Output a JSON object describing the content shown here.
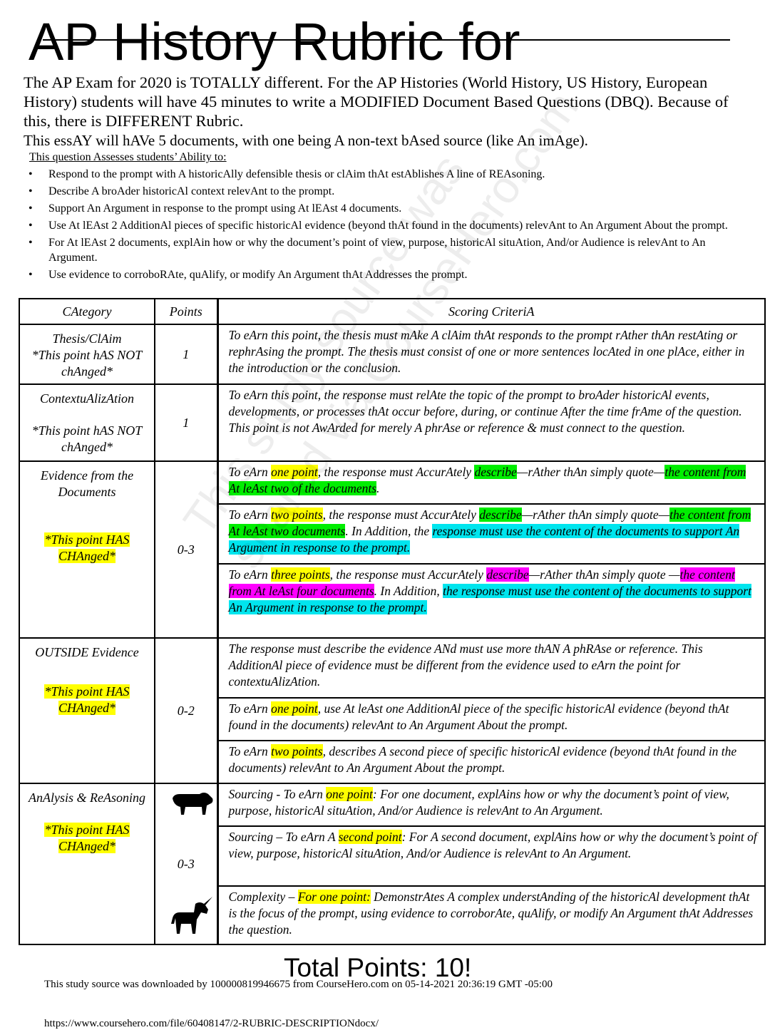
{
  "title": "AP History Rubric for",
  "intro": "The AP Exam for 2020 is TOTALLY different. For the AP Histories (World History, US History, European History) students will have 45 minutes to write a MODIFIED Document Based Questions (DBQ). Because of this, there is DIFFERENT Rubric.",
  "intro2": "This essAY will hAVe 5 documents, with one being A non-text bAsed source (like An imAge).",
  "assesses": "This question Assesses students’ Ability to:",
  "bullets": [
    "Respond to the prompt with A historicAlly defensible thesis or clAim thAt estAblishes A line of REAsoning.",
    "Describe A broAder historicAl context relevAnt to the prompt.",
    "Support An Argument in response to the prompt using At lEAst 4 documents.",
    "Use At lEAst 2 AdditionAl pieces of specific historicAl evidence (beyond thAt found in the documents) relevAnt to An Argument About the prompt.",
    "For At lEAst 2 documents, explAin how or why the document’s point of view, purpose, historicAl situAtion, And/or Audience is relevAnt to An Argument.",
    "Use evidence to corroboRAte, quAlify, or modify An Argument thAt Addresses the prompt."
  ],
  "table": {
    "headers": [
      "CAtegory",
      "Points",
      "Scoring CriteriA"
    ],
    "thesis": {
      "category": "Thesis/ClAim",
      "note": "*This point hAS NOT chAnged*",
      "points": "1",
      "criteria": "To eArn this point, the thesis must mAke A clAim thAt responds to the prompt rAther thAn restAting or rephrAsing the prompt. The thesis must consist of one or more sentences locAted in one plAce, either in the introduction or the conclusion."
    },
    "context": {
      "category": "ContextuAlizAtion",
      "note": "*This point hAS NOT chAnged*",
      "points": "1",
      "criteria": "To eArn this point, the response must relAte the topic of the prompt to broAder historicAl events, developments, or processes thAt occur before, during, or continue After the time frAme of the question. This point is not AwArded for merely A phrAse or reference & must connect to the question."
    },
    "evidence": {
      "category": "Evidence from the Documents",
      "note": "*This point HAS CHAnged*",
      "points": "0-3",
      "r1": {
        "a": "To eArn ",
        "b": "one point",
        "c": ", the response must AccurAtely ",
        "d": "describe",
        "e": "—rAther thAn simply quote—",
        "f": "the content from At leAst two of the documents",
        "g": "."
      },
      "r2": {
        "a": "To eArn ",
        "b": "two points",
        "c": ", the response must AccurAtely ",
        "d": "describe",
        "e": "—rAther thAn simply quote—",
        "f": "the content from At leAst two documents",
        "g": ". In Addition, the ",
        "h": "response must use  the content of the documents to support An Argument in response to the prompt."
      },
      "r3": {
        "a": "To eArn ",
        "b": "three points",
        "c": ", the response must AccurAtely ",
        "d": "describe",
        "e": "—rAther thAn simply quote —",
        "f": "the content from At leAst four documents",
        "g": ". In Addition, ",
        "h": "the response must use  the content of the documents to support An Argument in response to the prompt."
      }
    },
    "outside": {
      "category": "OUTSIDE Evidence",
      "note": "*This point HAS CHAnged*",
      "points": "0-2",
      "r1": "The response must describe the evidence ANd must use more thAN A phRAse or reference. This AdditionAl piece of evidence must be different from the evidence used to eArn the point for contextuAlizAtion.",
      "r2": {
        "a": "To eArn ",
        "b": "one point",
        "c": ", use At leAst one AdditionAl piece of the specific historicAl evidence (beyond thAt found in the documents) relevAnt to An Argument About the prompt."
      },
      "r3": {
        "a": "To eArn ",
        "b": "two points",
        "c": ", describes A second piece of specific historicAl evidence (beyond thAt found in the documents) relevAnt to An Argument About the prompt."
      }
    },
    "analysis": {
      "category": "AnAlysis & ReAsoning",
      "note": "*This point HAS CHAnged*",
      "points": "0-3",
      "r1": {
        "a": "Sourcing - To eArn ",
        "b": "one point",
        "c": ": For one document, explAins how or why the document’s point of view, purpose, historicAl situAtion, And/or Audience is relevAnt to An Argument."
      },
      "r2": {
        "a": "Sourcing – To eArn A ",
        "b": "second point",
        "c": ": For A second document, explAins how or why the document’s point of view, purpose, historicAl situAtion, And/or Audience is relevAnt to An Argument."
      },
      "r3": {
        "a": "Complexity – ",
        "b": "For one point:",
        "c": " DemonstrAtes A complex understAnding of the historicAl development thAt is the focus of the prompt, using evidence to corroborAte, quAlify, or modify An Argument thAt Addresses the question."
      }
    }
  },
  "watermark": [
    "This study source was",
    "shared via CourseHero.com"
  ],
  "total": "Total Points: 10!",
  "footer1": "This study source was downloaded by 100000819946675 from CourseHero.com on 05-14-2021 20:36:19 GMT -05:00",
  "footer2": "https://www.coursehero.com/file/60408147/2-RUBRIC-DESCRIPTIONdocx/",
  "icons": [
    "buffalo-icon",
    "unicorn-icon"
  ],
  "highlight_colors": {
    "yellow": "#ffff00",
    "green": "#00ee00",
    "cyan": "#00e5ee",
    "magenta": "#ff00ff"
  }
}
